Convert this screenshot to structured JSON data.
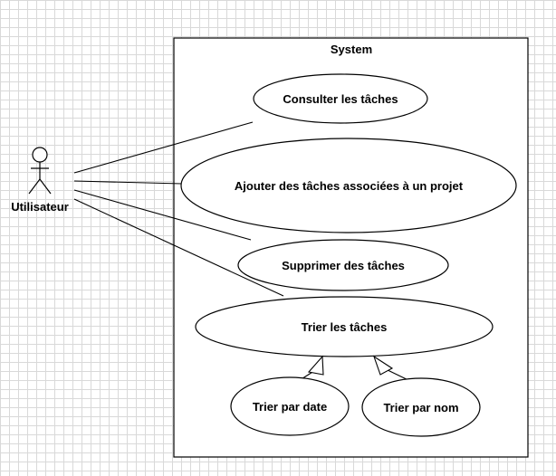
{
  "system": {
    "title": "System"
  },
  "actor": {
    "label": "Utilisateur"
  },
  "use_cases": {
    "consulter": "Consulter les tâches",
    "ajouter": "Ajouter des tâches associées à un projet",
    "supprimer": "Supprimer des tâches",
    "trier": "Trier les tâches",
    "trier_date": "Trier par date",
    "trier_nom": "Trier par nom"
  },
  "colors": {
    "stroke": "#000000",
    "fill": "#ffffff",
    "grid": "#d9d9d9"
  }
}
